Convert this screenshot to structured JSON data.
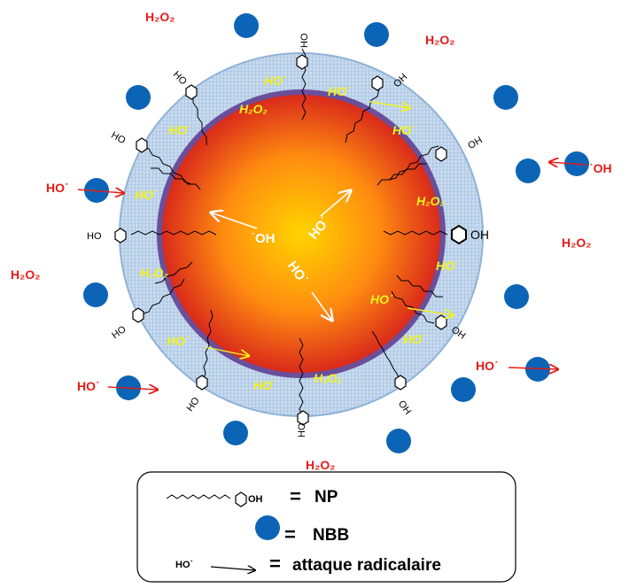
{
  "colors": {
    "h2o2": "#e41b17",
    "radical_inner": "#f2f21a",
    "nbb": "#0c64b6",
    "shell": "#b5cde6",
    "core_outer": "#d8261b",
    "core_inner": "#ffd400"
  },
  "labels": {
    "h2o2": "H₂O₂",
    "ho_radical": "HO˙",
    "oh_radical": "˙OH",
    "ho_core": "HO",
    "hydroxyl": "HO",
    "oh": "OH"
  },
  "legend": {
    "np_label": "NP",
    "nbb_label": "NBB",
    "attack_label": "attaque radicalaire",
    "equals": "=",
    "np_oh": "OH",
    "attack_ho": "HO˙"
  }
}
